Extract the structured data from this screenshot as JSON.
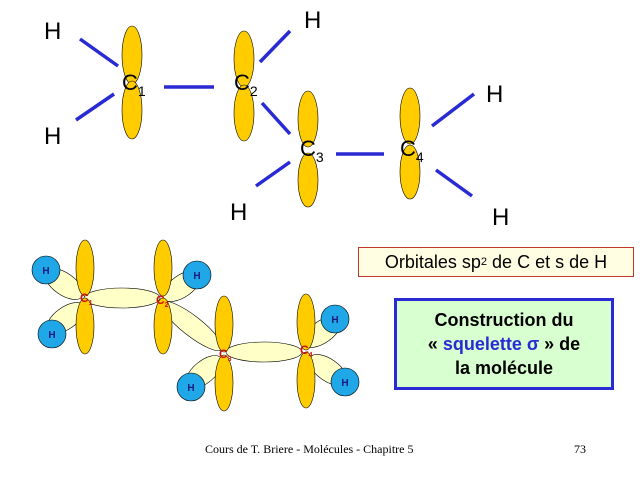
{
  "top_diagram": {
    "h_labels": [
      "H",
      "H",
      "H",
      "H",
      "H",
      "H"
    ],
    "carbons": [
      {
        "symbol": "C",
        "index": "1"
      },
      {
        "symbol": "C",
        "index": "2"
      },
      {
        "symbol": "C",
        "index": "3"
      },
      {
        "symbol": "C",
        "index": "4"
      }
    ]
  },
  "bottom_diagram": {
    "h_labels": [
      "H",
      "H",
      "H",
      "H",
      "H",
      "H"
    ],
    "carbons": [
      {
        "symbol": "C",
        "index": "1"
      },
      {
        "symbol": "C",
        "index": "2"
      },
      {
        "symbol": "C",
        "index": "3"
      },
      {
        "symbol": "C",
        "index": "4"
      }
    ]
  },
  "caption": {
    "prefix": "Orbitales sp",
    "superscript": "2",
    "suffix": " de C et s de H"
  },
  "construction_box": {
    "line1": "Construction du",
    "line2_open": "« ",
    "line2_highlight": "squelette σ",
    "line2_close": " » de",
    "line3": "la molécule"
  },
  "colors": {
    "orbital_fill": "#ffcc00",
    "bond_line": "#2a2ad4",
    "h_orbital": "#1fa7e8",
    "frame_blue": "#2a2ad4",
    "box_green": "#d8ffd0"
  },
  "footer": {
    "text": "Cours de T. Briere - Molécules - Chapitre 5",
    "page_number": "73"
  }
}
